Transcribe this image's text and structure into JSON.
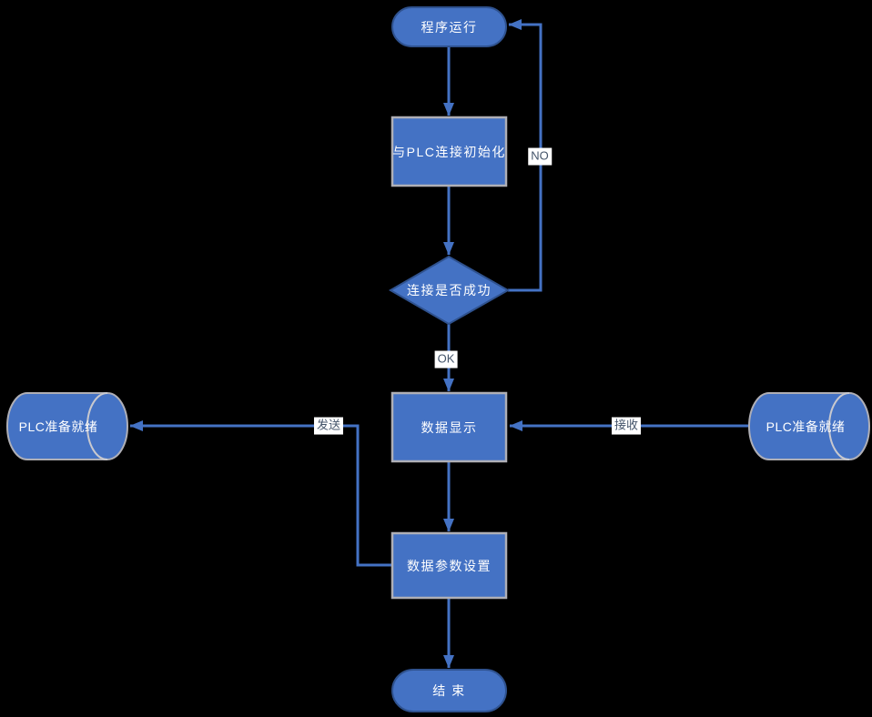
{
  "diagram": {
    "background_color": "#000000",
    "colors": {
      "shape_fill": "#4472C4",
      "terminator_border": "#2F528F",
      "decision_border": "#2F528F",
      "process_border": "#AFAFB6",
      "cylinder_border": "#AFAFB6",
      "connector": "#4472C4",
      "edge_label_text": "#44546A",
      "edge_label_background": "#FFFFFF",
      "node_text": "#FFFFFF"
    },
    "nodes": [
      {
        "id": "start",
        "type": "terminator",
        "label": "程序运行"
      },
      {
        "id": "init",
        "type": "process",
        "label": "与PLC连接初始化"
      },
      {
        "id": "decision",
        "type": "decision",
        "label": "连接是否成功"
      },
      {
        "id": "display",
        "type": "process",
        "label": "数据显示"
      },
      {
        "id": "plc-send",
        "type": "stored-data",
        "label": "PLC准备就绪"
      },
      {
        "id": "plc-receive",
        "type": "stored-data",
        "label": "PLC准备就绪"
      },
      {
        "id": "params",
        "type": "process",
        "label": "数据参数设置"
      },
      {
        "id": "end",
        "type": "terminator",
        "label": "结 束"
      }
    ],
    "edges": [
      {
        "from": "start",
        "to": "init",
        "label": ""
      },
      {
        "from": "init",
        "to": "decision",
        "label": ""
      },
      {
        "from": "decision",
        "to": "display",
        "label": "OK"
      },
      {
        "from": "decision",
        "to": "start",
        "label": "NO"
      },
      {
        "from": "plc-receive",
        "to": "display",
        "label": "接收"
      },
      {
        "from": "params",
        "to": "plc-send",
        "label": "发送"
      },
      {
        "from": "display",
        "to": "params",
        "label": ""
      },
      {
        "from": "params",
        "to": "end",
        "label": ""
      }
    ]
  }
}
